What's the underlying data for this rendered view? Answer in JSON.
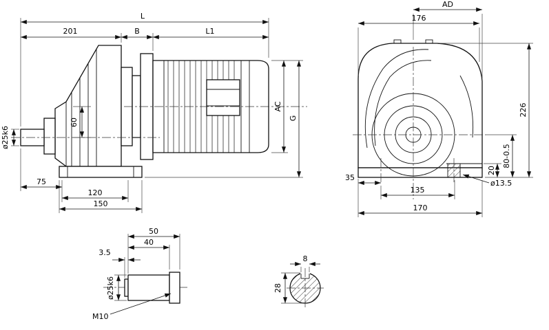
{
  "side_view": {
    "dim_L": "L",
    "dim_201": "201",
    "dim_B": "B",
    "dim_L1": "L1",
    "dim_shaft_dia": "ø25k6",
    "dim_60": "60",
    "dim_AC": "AC",
    "dim_G": "G",
    "dim_75": "75",
    "dim_120": "120",
    "dim_150": "150"
  },
  "front_view": {
    "dim_AD": "AD",
    "dim_176": "176",
    "dim_226": "226",
    "dim_80": "80-0.5",
    "dim_20": "20",
    "dim_hole_dia": "ø13.5",
    "dim_35": "35",
    "dim_135": "135",
    "dim_170": "170"
  },
  "shaft_detail": {
    "dim_50": "50",
    "dim_40": "40",
    "dim_3_5": "3.5",
    "dim_shaft_dia": "ø25k6",
    "dim_thread": "M10"
  },
  "key_section": {
    "dim_8": "8",
    "dim_28": "28"
  }
}
